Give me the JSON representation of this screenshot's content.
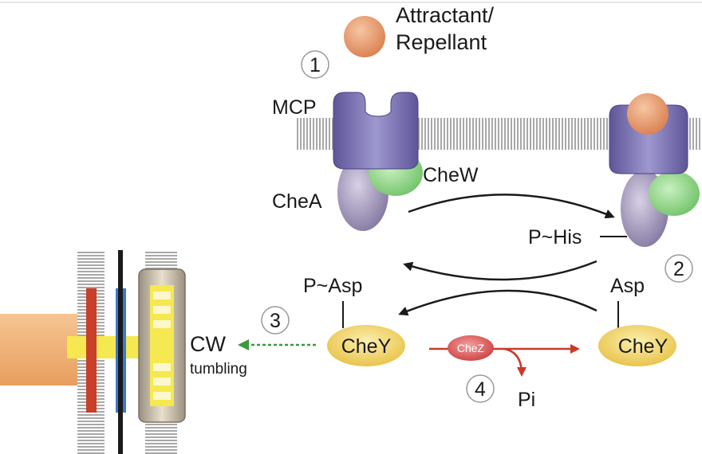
{
  "ligand": {
    "label_line1": "Attractant/",
    "label_line2": "Repellant"
  },
  "labels": {
    "mcp": "MCP",
    "chea": "CheA",
    "chew": "CheW",
    "p_his": "P~His",
    "p_asp": "P~Asp",
    "asp": "Asp",
    "chey_left": "CheY",
    "chey_right": "CheY",
    "chez": "CheZ",
    "pi": "Pi",
    "cw": "CW",
    "tumbling": "tumbling"
  },
  "steps": [
    "1",
    "2",
    "3",
    "4"
  ],
  "colors": {
    "ligand": "#e8996c",
    "mcp": "#7a72b0",
    "chea": "#9a8fb4",
    "chew": "#8fd28a",
    "chey": "#f0d060",
    "chez": "#d84a4a",
    "arrow_black": "#1a1a1a",
    "arrow_red": "#c83a2a",
    "arrow_green": "#3a9a3a",
    "membrane": "#b0b0b0",
    "motor_red": "#c8402a",
    "motor_blue": "#3a7acc",
    "motor_yellow": "#f5e850",
    "flagellum": "#f0b47a"
  }
}
